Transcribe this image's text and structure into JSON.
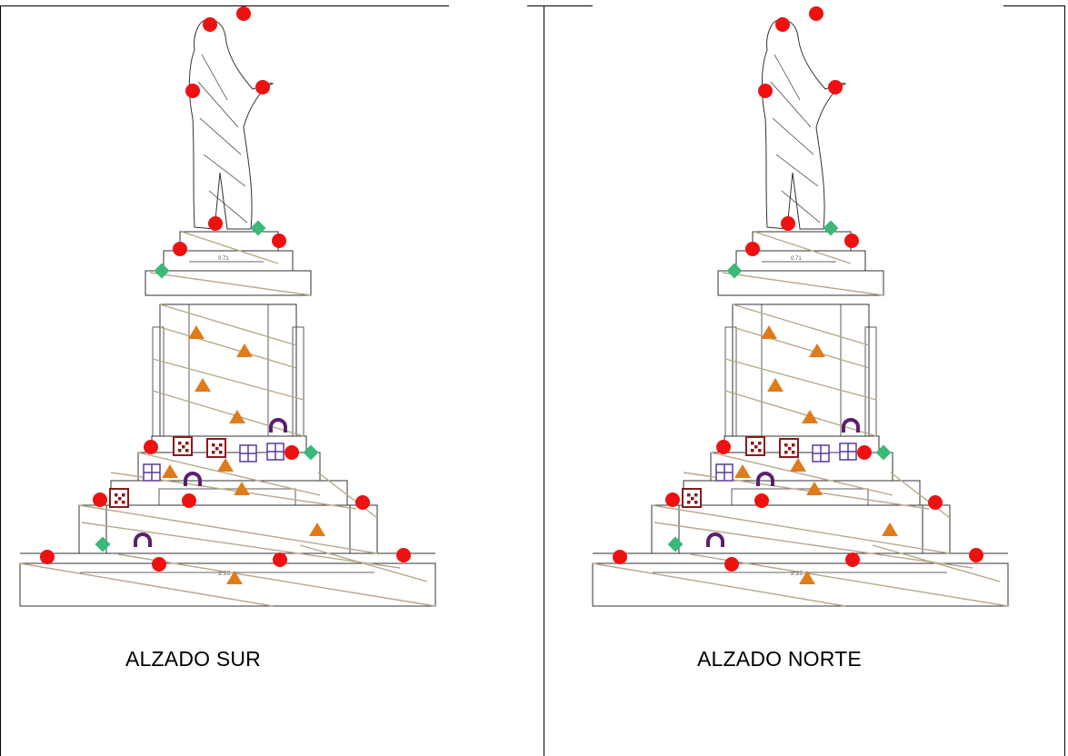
{
  "panels": [
    {
      "caption": "ALZADO SUR",
      "base_width_label": "2.20",
      "top_width_label": "0.71"
    },
    {
      "caption": "ALZADO NORTE",
      "base_width_label": "2.20",
      "top_width_label": "0.71"
    }
  ],
  "legend_colors": {
    "point_marker": "#ee1111",
    "green_marker": "#3cb878",
    "triangle_marker": "#e07b1a",
    "checker_marker": "#8b1a1a",
    "grid_marker": "#5a3a9a",
    "arch_marker": "#5b1f6e",
    "hatch_line": "#b7a88a",
    "outline": "#333333"
  }
}
